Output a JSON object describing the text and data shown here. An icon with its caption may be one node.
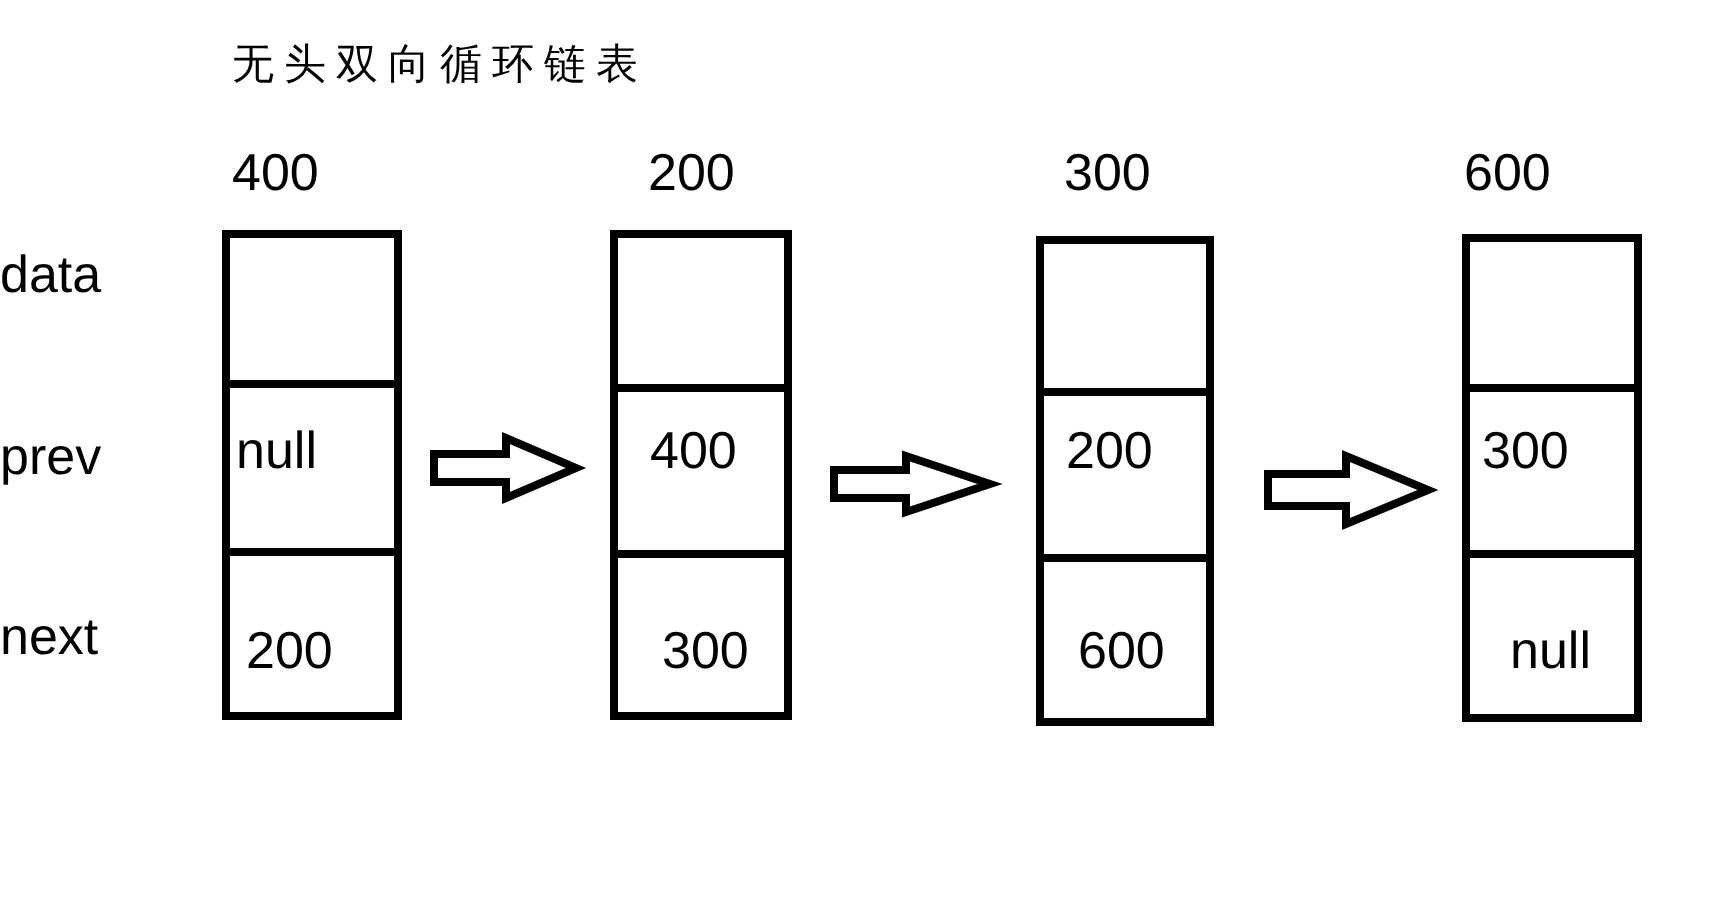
{
  "diagram": {
    "title": "无头双向循环链表",
    "nodes": [
      {
        "text": [
          "400"
        ]
      },
      {
        "text": [],
        "shape": "box",
        "in": 0
      },
      {
        "text": [
          "null"
        ],
        "in": 0
      },
      {
        "text": [
          "200"
        ],
        "in": 0
      },
      {
        "text": [
          "200"
        ]
      },
      {
        "text": [],
        "shape": "box",
        "in": 4
      },
      {
        "text": [
          "400"
        ],
        "in": 4
      },
      {
        "text": [
          "300"
        ],
        "in": 4
      },
      {
        "text": [
          "300"
        ]
      },
      {
        "text": [],
        "shape": "box",
        "in": 8
      },
      {
        "text": [
          "200"
        ],
        "in": 8
      },
      {
        "text": [
          "600"
        ],
        "in": 8
      },
      {
        "text": [
          "600"
        ]
      },
      {
        "text": [],
        "shape": "box",
        "in": 12
      },
      {
        "text": [
          "300"
        ],
        "in": 12
      },
      {
        "text": [
          "null"
        ],
        "in": 12
      }
    ],
    "edges": [
      {
        "from": 0,
        "to": 4,
        "arrow": "to"
      },
      {
        "from": 4,
        "to": 8,
        "arrow": "to"
      },
      {
        "from": 8,
        "to": 12,
        "arrow": "to"
      }
    ],
    "labels": [
      "data",
      "prev",
      "next"
    ]
  }
}
